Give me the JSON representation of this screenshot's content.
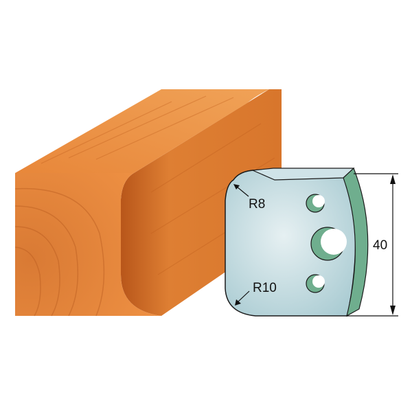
{
  "diagram": {
    "labels": {
      "radius_top": "R8",
      "radius_bottom": "R10",
      "height_dimension": "40"
    },
    "colors": {
      "wood_light": "#e98a3c",
      "wood_dark": "#c9641e",
      "knife_face": "#c6dde3",
      "knife_edge": "#6fae8e",
      "outline": "#1a1a1a"
    }
  }
}
